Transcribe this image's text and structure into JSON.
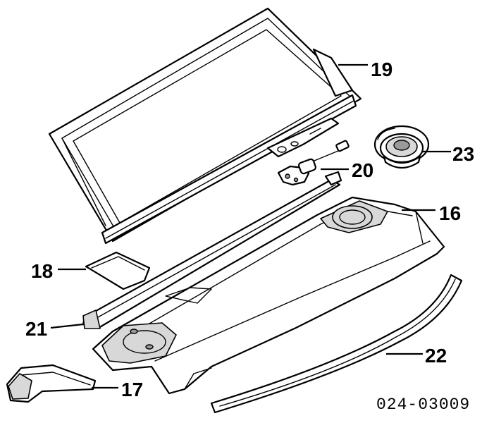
{
  "callouts": {
    "c16": "16",
    "c17": "17",
    "c18": "18",
    "c19": "19",
    "c20": "20",
    "c21": "21",
    "c22": "22",
    "c23": "23"
  },
  "diagram_code": "024-03009",
  "colors": {
    "line": "#000000",
    "background": "#ffffff",
    "shade": "#d8d8d8"
  }
}
